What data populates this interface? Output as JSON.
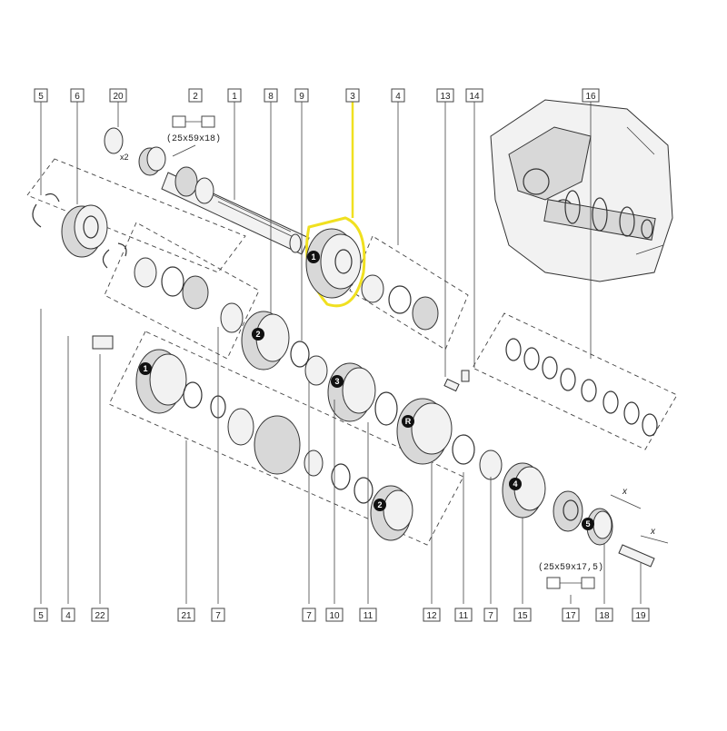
{
  "callouts_top": [
    "5",
    "6",
    "20",
    "2",
    "1",
    "8",
    "9",
    "3",
    "4",
    "13",
    "14",
    "16"
  ],
  "callouts_bottom": [
    "5",
    "4",
    "22",
    "21",
    "7",
    "7",
    "10",
    "11",
    "12",
    "11",
    "7",
    "15",
    "17",
    "18",
    "19"
  ],
  "gear_badges": [
    "1",
    "2",
    "1",
    "3",
    "R",
    "2",
    "4",
    "5"
  ],
  "qty_note": "x2",
  "bearing_spec_top": "(25x59x18)",
  "bearing_spec_bottom": "(25x59x17,5)",
  "dimension_mark": "x",
  "colors": {
    "highlight": "#f0e020",
    "line": "#333333"
  }
}
